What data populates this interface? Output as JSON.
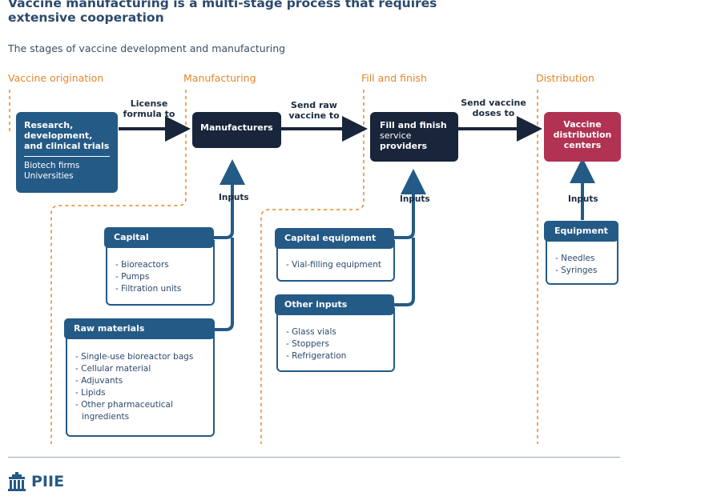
{
  "title_line1": "Vaccine manufacturing is a multi-stage process that requires",
  "title_line2": "extensive cooperation",
  "subtitle": "The stages of vaccine development and manufacturing",
  "stages": [
    "Vaccine origination",
    "Manufacturing",
    "Fill and finish",
    "Distribution"
  ],
  "research": {
    "title_lines": [
      "Research,",
      "development,",
      "and clinical trials"
    ],
    "items": [
      "Biotech firms",
      "Universities"
    ]
  },
  "manufacturers": "Manufacturers",
  "fill_finish": [
    "Fill and finish",
    "service",
    "providers"
  ],
  "distribution": [
    "Vaccine",
    "distribution",
    "centers"
  ],
  "arrows": {
    "license": [
      "License",
      "formula to"
    ],
    "send_raw": [
      "Send raw",
      "vaccine to"
    ],
    "send_doses": [
      "Send vaccine",
      "doses to"
    ]
  },
  "inputs_label": "Inputs",
  "capital_equipment_mfg": {
    "title": "Capital equipment",
    "items": [
      "- Bioreactors",
      "- Pumps",
      "- Filtration units"
    ]
  },
  "raw_materials": {
    "title": "Raw materials",
    "items": [
      "- Single-use bioreactor bags",
      "- Cellular material",
      "- Adjuvants",
      "- Lipids",
      "- Other pharmaceutical",
      "  ingredients"
    ]
  },
  "capital_equipment_ff": {
    "title": "Capital equipment",
    "items": [
      "- Vial-filling equipment"
    ]
  },
  "other_inputs": {
    "title": "Other inputs",
    "items": [
      "- Glass vials",
      "- Stoppers",
      "- Refrigeration"
    ]
  },
  "equipment": {
    "title": "Equipment",
    "items": [
      "- Needles",
      "- Syringes"
    ]
  },
  "logo": "PIIE",
  "colors": {
    "blue": "#245a86",
    "dark": "#18253a",
    "red": "#b13252",
    "orange": "#e6862a"
  }
}
